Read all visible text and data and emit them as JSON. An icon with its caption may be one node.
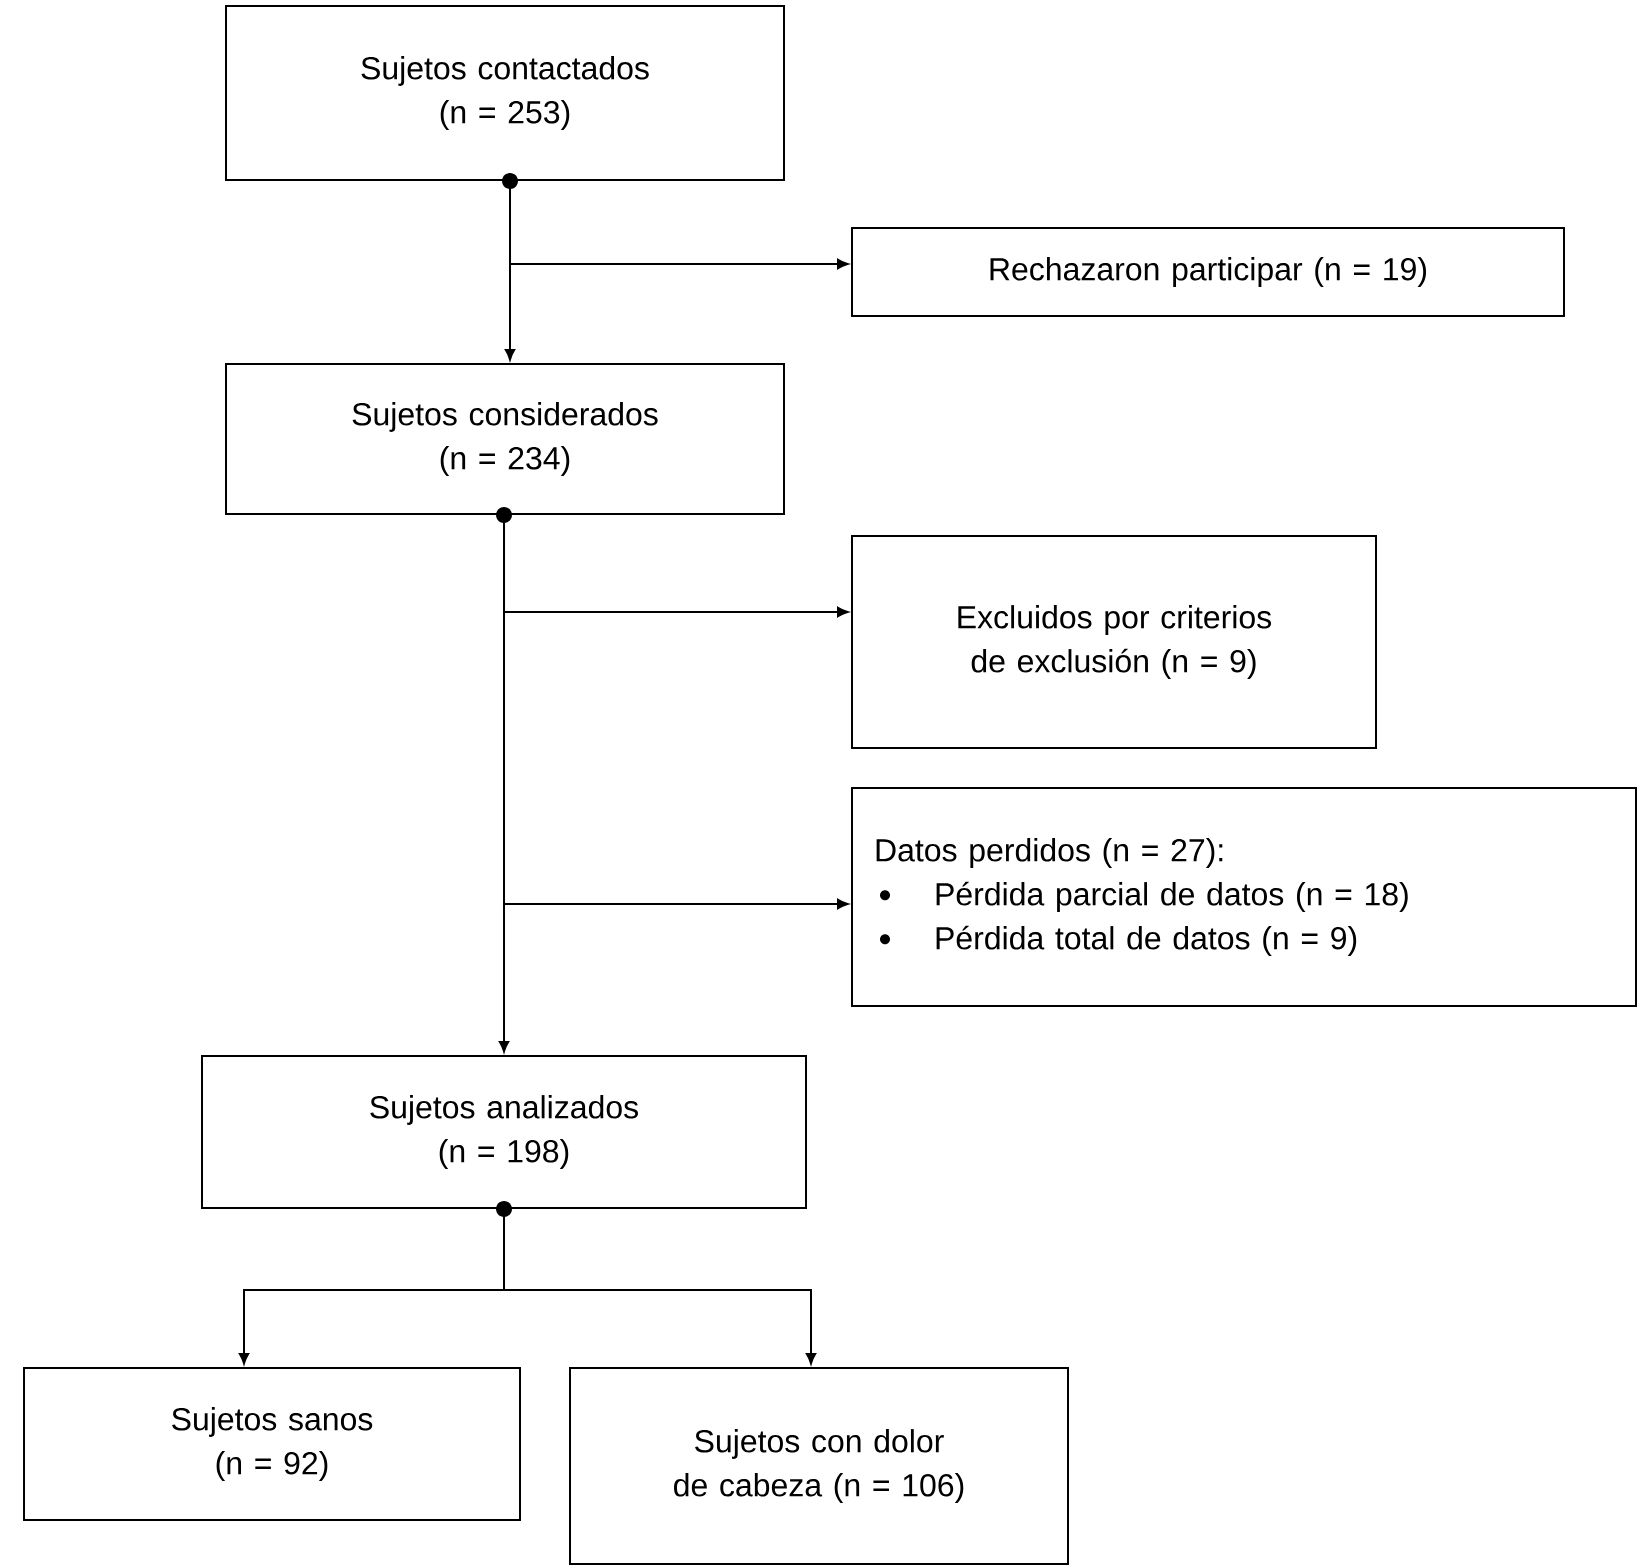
{
  "diagram": {
    "nodes": [
      {
        "text": [
          "Sujetos contactados (n = 253)"
        ]
      },
      {
        "text": [
          "Rechazaron participar (n = 19)"
        ]
      },
      {
        "text": [
          "Sujetos considerados (n = 234)"
        ]
      },
      {
        "text": [
          "Excluidos por criterios de exclusión (n = 9)"
        ]
      },
      {
        "text": [
          "Datos perdidos (n = 27):",
          "Pérdida parcial de datos (n = 18)",
          "Pérdida total de datos (n = 9)"
        ]
      },
      {
        "text": [
          "Sujetos analizados (n = 198)"
        ]
      },
      {
        "text": [
          "Sujetos sanos (n = 92)"
        ]
      },
      {
        "text": [
          "Sujetos con dolor de cabeza (n = 106)"
        ]
      }
    ],
    "edges": [
      {
        "from": 0,
        "to": 1,
        "arrow": "to"
      },
      {
        "from": 0,
        "to": 2,
        "arrow": "to"
      },
      {
        "from": 2,
        "to": 3,
        "arrow": "to"
      },
      {
        "from": 2,
        "to": 4,
        "arrow": "to"
      },
      {
        "from": 2,
        "to": 5,
        "arrow": "to"
      },
      {
        "from": 5,
        "to": 6,
        "arrow": "to"
      },
      {
        "from": 5,
        "to": 7,
        "arrow": "to"
      }
    ]
  }
}
